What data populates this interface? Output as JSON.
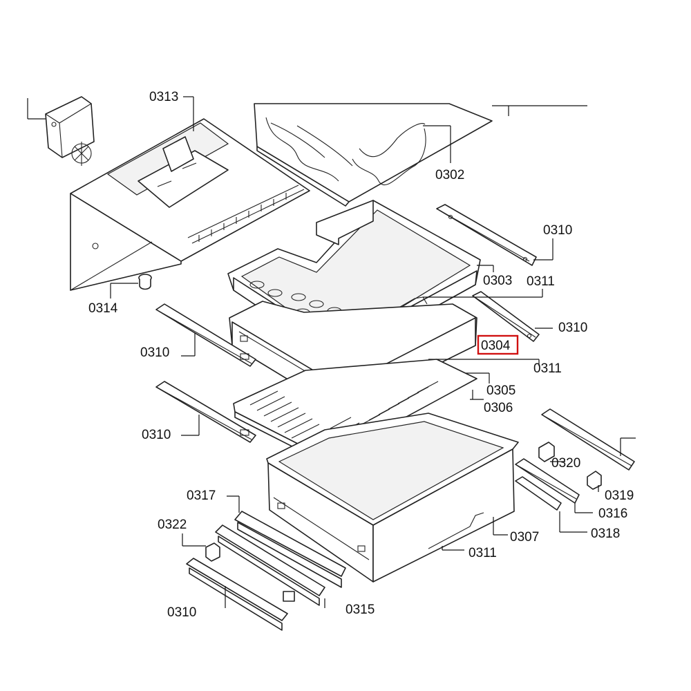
{
  "labels": {
    "p0313": "0313",
    "p0302": "0302",
    "p0310_a": "0310",
    "p0303": "0303",
    "p0311_a": "0311",
    "p0314": "0314",
    "p0310_b": "0310",
    "p0310_c": "0310",
    "p0304": "0304",
    "p0311_b": "0311",
    "p0305": "0305",
    "p0306": "0306",
    "p0310_d": "0310",
    "p0320": "0320",
    "p0319": "0319",
    "p0317": "0317",
    "p0316": "0316",
    "p0322": "0322",
    "p0307": "0307",
    "p0318": "0318",
    "p0311_c": "0311",
    "p0310_e": "0310",
    "p0315": "0315"
  },
  "highlight": {
    "label": "0304",
    "color": "#d01010"
  }
}
